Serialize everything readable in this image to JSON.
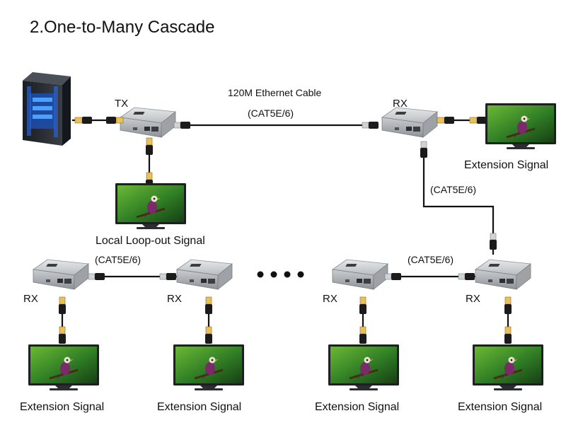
{
  "title": "2.One-to-Many Cascade",
  "labels": {
    "tx": "TX",
    "rx": "RX",
    "cable_main": "120M Ethernet Cable",
    "cable_type": "(CAT5E/6)",
    "extension_signal": "Extension Signal",
    "local_loopout": "Local Loop-out Signal"
  },
  "colors": {
    "cable": "#111111",
    "device_body": "#b8bcc0",
    "device_top": "#d9dcdf",
    "screen_green": "#3f8f2a",
    "pc_blue": "#1e63d6"
  }
}
